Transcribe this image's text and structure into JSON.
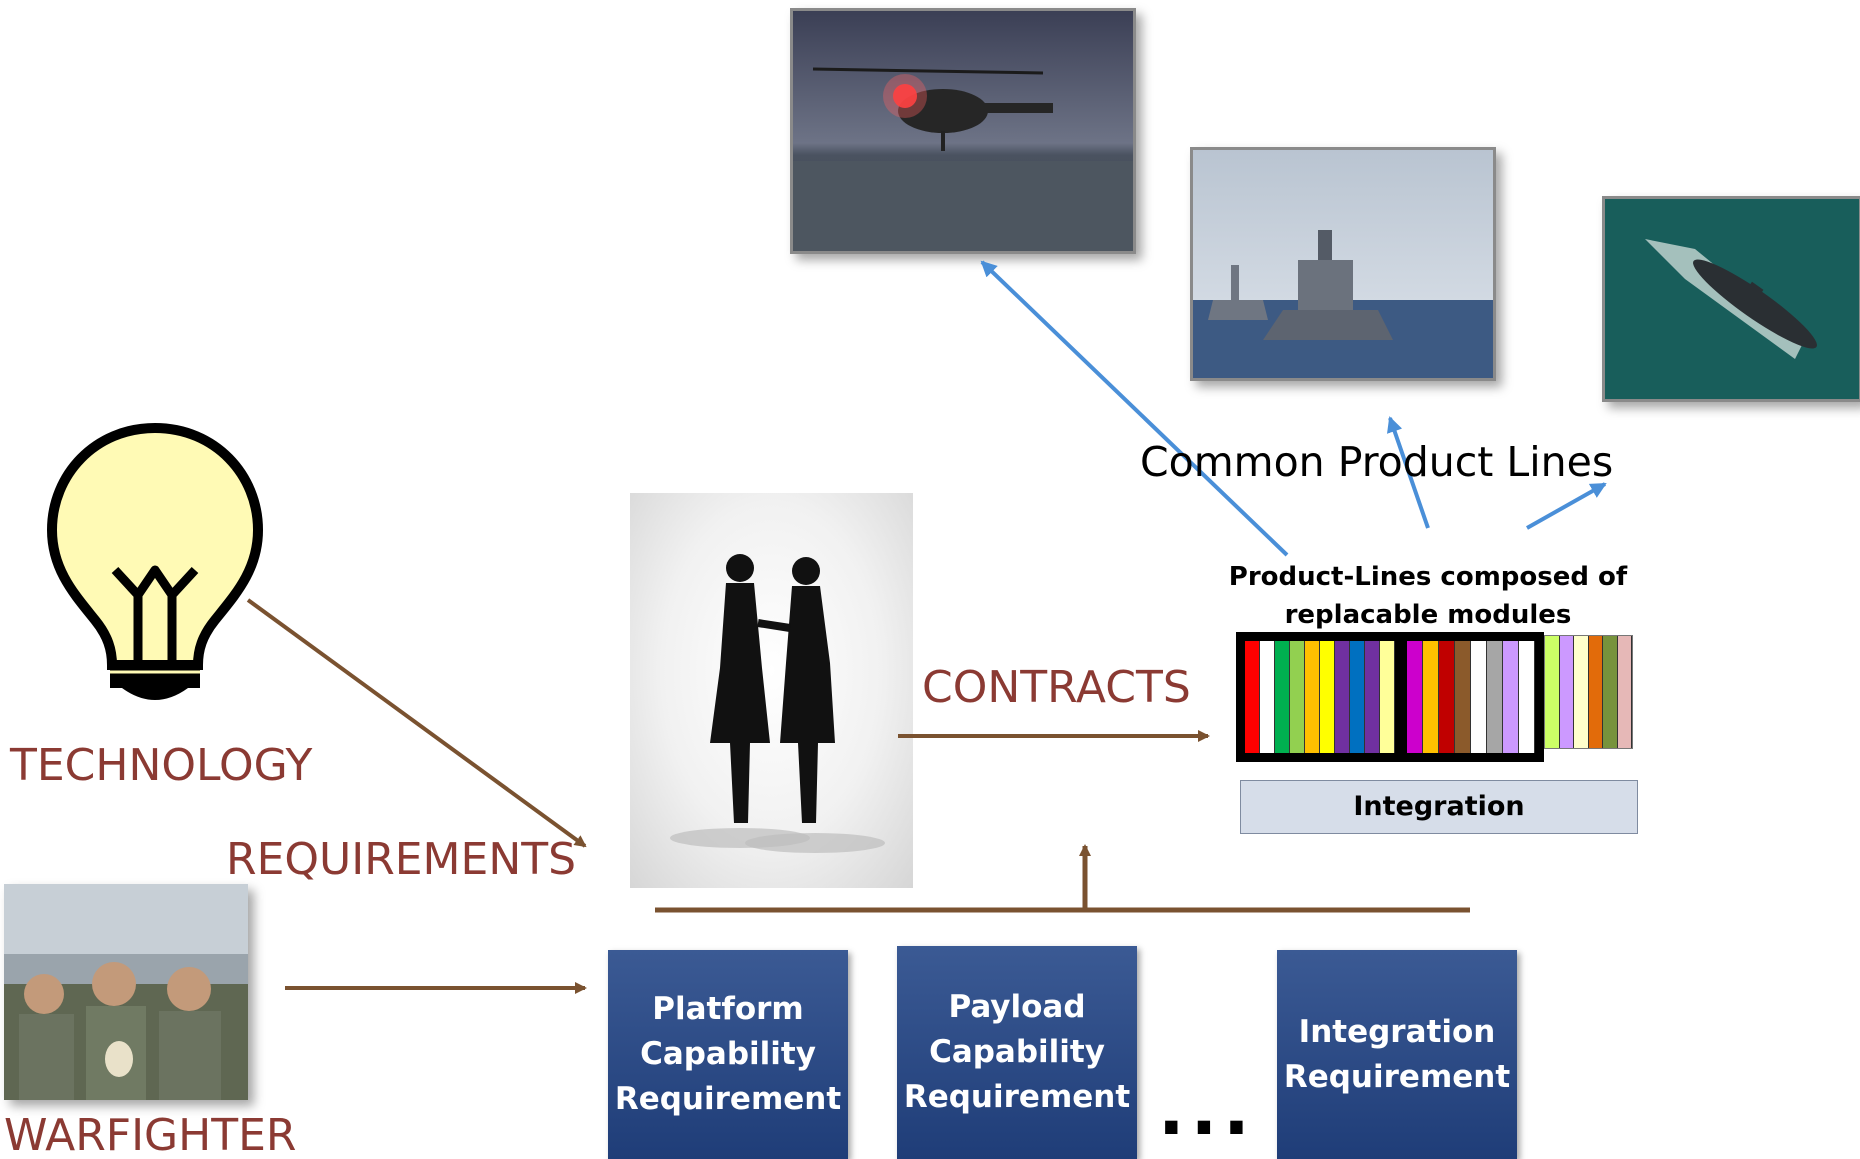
{
  "labels": {
    "technology": "TECHNOLOGY",
    "requirements": "REQUIREMENTS",
    "warfighter": "WARFIGHTER",
    "contracts": "CONTRACTS",
    "common_product_lines": "Common Product Lines",
    "modules_title": "Product-Lines composed of replacable modules",
    "integration": "Integration",
    "ellipsis": "..."
  },
  "requirement_boxes": [
    {
      "lines": [
        "Platform",
        "Capability",
        "Requirement"
      ]
    },
    {
      "lines": [
        "Payload",
        "Capability",
        "Requirement"
      ]
    },
    {
      "lines": [
        "Integration",
        "Requirement"
      ]
    }
  ],
  "module_colors": {
    "group1": [
      "#ff0000",
      "#ffffff",
      "#00b050",
      "#92d050",
      "#ffc000",
      "#ffff00",
      "#7030a0",
      "#0070c0",
      "#7030a0",
      "#ffff99"
    ],
    "group2": [
      "#cc00cc",
      "#ffc000",
      "#c00000",
      "#8b5a2b",
      "#ffffff",
      "#a6a6a6",
      "#cc99ff",
      "#ffffff"
    ],
    "group3": [
      "#ccff66",
      "#cc99ff",
      "#ffffcc",
      "#e26b0a",
      "#77933c",
      "#e6b8b7"
    ]
  },
  "colors": {
    "label_red": "#8b3a33",
    "arrow_brown": "#7a5230",
    "arrow_blue": "#4a8fd8",
    "box_blue": "#1f3d78"
  }
}
